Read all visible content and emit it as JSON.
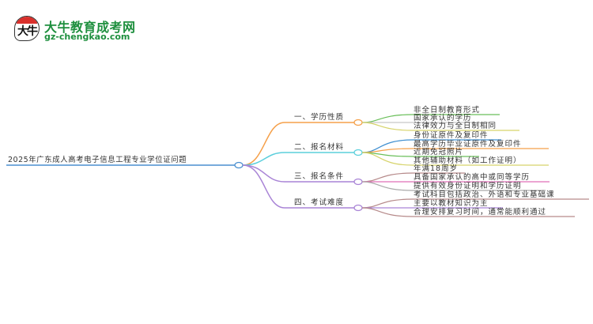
{
  "logo": {
    "icon": "bull-chat-bubble-logo",
    "glyph": "大牛",
    "title": "大牛教育成考网",
    "url": "gz-chengkao.com"
  },
  "colors": {
    "brand_green": "#1e8f3e",
    "root_line": "#4a8fd0",
    "branch_1": "#f5a04a",
    "branch_2": "#5ccfdc",
    "branch_3": "#a984d6",
    "branch_4": "#a984d6"
  },
  "mindmap": {
    "root": "2025年广东成人高考电子信息工程专业学位证问题",
    "branches": [
      {
        "label": "一、学历性质",
        "children": [
          "非全日制教育形式",
          "国家承认的学历",
          "法律效力与全日制相同"
        ]
      },
      {
        "label": "二、报名材料",
        "children": [
          "身份证原件及复印件",
          "最高学历毕业证原件及复印件",
          "近期免冠照片",
          "其他辅助材料（如工作证明）"
        ]
      },
      {
        "label": "三、报名条件",
        "children": [
          "年满18周岁",
          "具备国家承认的高中或同等学历",
          "提供有效身份证明和学历证明"
        ]
      },
      {
        "label": "四、考试难度",
        "children": [
          "考试科目包括政治、外语和专业基础课",
          "主要以教材知识为主",
          "合理安排复习时间，通常能顺利通过"
        ]
      }
    ]
  }
}
